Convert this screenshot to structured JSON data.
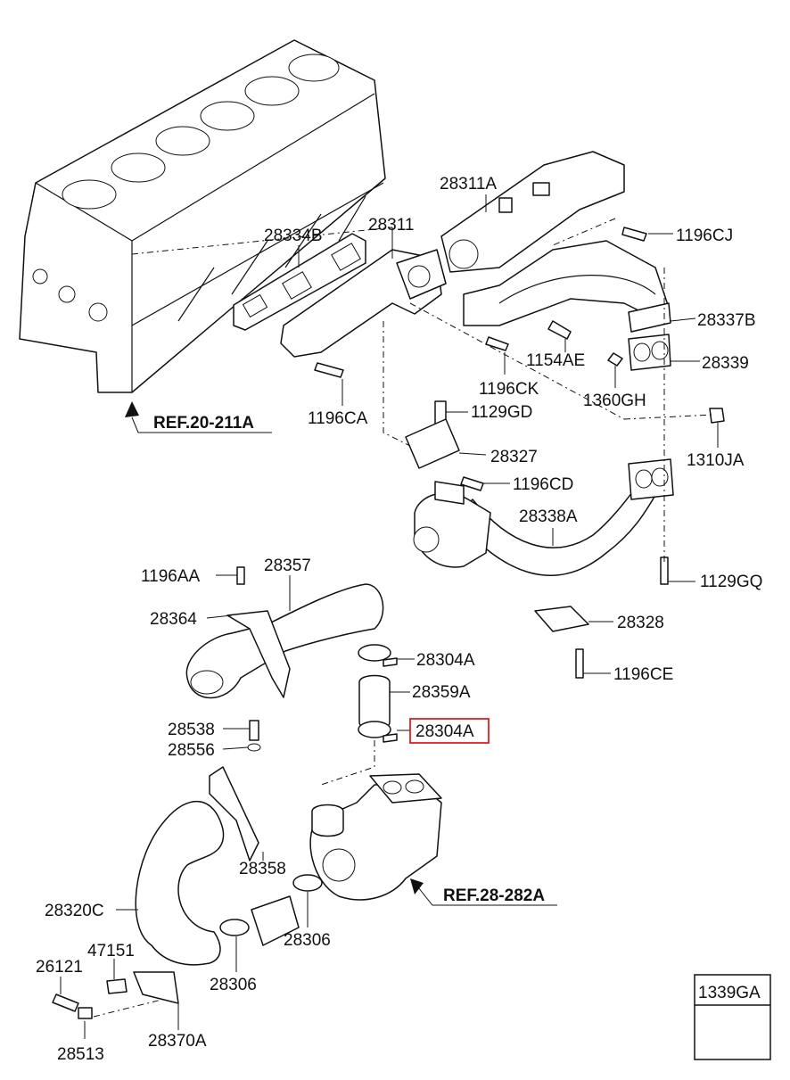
{
  "parts": {
    "p28311A": "28311A",
    "p28334B": "28334B",
    "p28311": "28311",
    "p1196CJ": "1196CJ",
    "p28337B": "28337B",
    "p1154AE": "1154AE",
    "p28339": "28339",
    "p1196CK": "1196CK",
    "p1360GH": "1360GH",
    "p1129GD": "1129GD",
    "p1196CA": "1196CA",
    "p28327": "28327",
    "p1310JA": "1310JA",
    "p1196CD": "1196CD",
    "p28338A": "28338A",
    "p28357": "28357",
    "p1196AA": "1196AA",
    "p1129GQ": "1129GQ",
    "p28364": "28364",
    "p28328": "28328",
    "p28304A_top": "28304A",
    "p1196CE": "1196CE",
    "p28359A": "28359A",
    "p28538": "28538",
    "p28304A_hl": "28304A",
    "p28556": "28556",
    "p28358": "28358",
    "p28320C": "28320C",
    "p28306_a": "28306",
    "p47151": "47151",
    "p28306_b": "28306",
    "p26121": "26121",
    "p28370A": "28370A",
    "p28513": "28513"
  },
  "refs": {
    "r1": "REF.20-211A",
    "r2": "REF.28-282A"
  },
  "legend": {
    "code": "1339GA"
  },
  "highlight": {
    "color": "#e0201b"
  }
}
